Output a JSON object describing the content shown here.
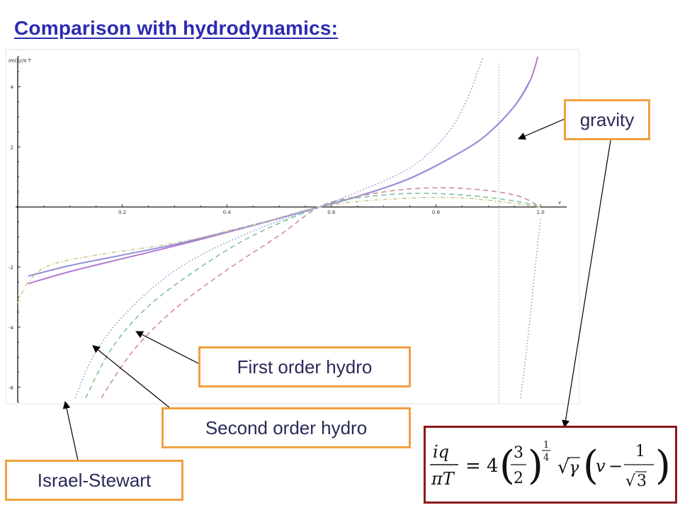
{
  "title": "Comparison with hydrodynamics:",
  "chart_data": {
    "type": "line",
    "ylabel": "Im(q)/π T",
    "xlabel": "v",
    "xlim": [
      0,
      1.05
    ],
    "ylim": [
      -6.5,
      5
    ],
    "x_ticks": [
      0.2,
      0.4,
      0.6,
      0.8,
      1.0
    ],
    "x_tick_labels": [
      "0.2",
      "0.4",
      "0.6",
      "0.8",
      "1.0"
    ],
    "y_ticks": [
      4,
      2,
      -2,
      -4,
      -6
    ],
    "y_tick_labels": [
      "4",
      "2",
      "-2",
      "-4",
      "-6"
    ],
    "grid": false,
    "vertical_asymptote_x": 0.92,
    "series": [
      {
        "name": "gravity",
        "color": "#b07ad0",
        "style": "solid",
        "points": [
          [
            0.02,
            -2.55
          ],
          [
            0.1,
            -2.15
          ],
          [
            0.2,
            -1.72
          ],
          [
            0.3,
            -1.3
          ],
          [
            0.4,
            -0.85
          ],
          [
            0.5,
            -0.38
          ],
          [
            0.577,
            0.0
          ],
          [
            0.65,
            0.35
          ],
          [
            0.75,
            0.95
          ],
          [
            0.85,
            1.85
          ],
          [
            0.9,
            2.45
          ],
          [
            0.95,
            3.35
          ],
          [
            0.98,
            4.2
          ],
          [
            0.995,
            5.0
          ]
        ]
      },
      {
        "name": "gravity-approx",
        "color": "#9090d8",
        "style": "solid",
        "points": [
          [
            0.02,
            -2.3
          ],
          [
            0.1,
            -1.95
          ],
          [
            0.2,
            -1.6
          ],
          [
            0.3,
            -1.25
          ],
          [
            0.4,
            -0.82
          ],
          [
            0.5,
            -0.38
          ],
          [
            0.577,
            0.0
          ],
          [
            0.65,
            0.35
          ],
          [
            0.75,
            0.95
          ],
          [
            0.85,
            1.85
          ],
          [
            0.9,
            2.45
          ],
          [
            0.95,
            3.35
          ],
          [
            0.98,
            4.2
          ]
        ]
      },
      {
        "name": "First order hydro",
        "color": "#d08a9a",
        "style": "dashed",
        "points": [
          [
            0.16,
            -6.35
          ],
          [
            0.22,
            -4.8
          ],
          [
            0.3,
            -3.4
          ],
          [
            0.4,
            -2.1
          ],
          [
            0.5,
            -0.95
          ],
          [
            0.577,
            0.0
          ],
          [
            0.65,
            0.35
          ],
          [
            0.75,
            0.6
          ],
          [
            0.85,
            0.62
          ],
          [
            0.95,
            0.4
          ],
          [
            1.0,
            0.0
          ]
        ]
      },
      {
        "name": "Second order hydro",
        "color": "#80c0a0",
        "style": "dashed",
        "points": [
          [
            0.13,
            -6.35
          ],
          [
            0.18,
            -4.7
          ],
          [
            0.25,
            -3.3
          ],
          [
            0.35,
            -2.0
          ],
          [
            0.45,
            -0.95
          ],
          [
            0.577,
            0.0
          ],
          [
            0.65,
            0.3
          ],
          [
            0.75,
            0.45
          ],
          [
            0.85,
            0.4
          ],
          [
            0.95,
            0.2
          ],
          [
            1.0,
            0.0
          ]
        ]
      },
      {
        "name": "Israel-Stewart",
        "color": "#8a9ad8",
        "style": "dotted",
        "points": [
          [
            0.11,
            -6.35
          ],
          [
            0.15,
            -4.8
          ],
          [
            0.22,
            -3.3
          ],
          [
            0.32,
            -1.9
          ],
          [
            0.45,
            -0.8
          ],
          [
            0.577,
            0.0
          ],
          [
            0.65,
            0.5
          ],
          [
            0.75,
            1.3
          ],
          [
            0.82,
            2.4
          ],
          [
            0.86,
            3.6
          ],
          [
            0.89,
            5.0
          ]
        ]
      },
      {
        "name": "Israel-Stewart-upper",
        "color": "#8a9ad8",
        "style": "dotted",
        "points": [
          [
            0.962,
            -6.35
          ],
          [
            0.975,
            -4.5
          ],
          [
            0.99,
            -2.0
          ],
          [
            1.0,
            -0.4
          ]
        ]
      },
      {
        "name": "first-order-dashdot",
        "color": "#d0c890",
        "style": "dashdot",
        "points": [
          [
            0.0,
            -3.2
          ],
          [
            0.02,
            -2.5
          ],
          [
            0.06,
            -1.95
          ],
          [
            0.15,
            -1.6
          ],
          [
            0.3,
            -1.2
          ],
          [
            0.45,
            -0.6
          ],
          [
            0.577,
            0.0
          ],
          [
            0.7,
            0.25
          ],
          [
            0.85,
            0.3
          ],
          [
            1.0,
            0.0
          ]
        ]
      }
    ],
    "annotations": [
      "gravity",
      "First order hydro",
      "Second order hydro",
      "Israel-Stewart"
    ]
  },
  "callouts": {
    "gravity": "gravity",
    "first": "First order hydro",
    "second": "Second order hydro",
    "israel": "Israel-Stewart"
  },
  "formula": "iq/πT = 4 (3/2)^(1/4) √γ (v − 1/√3)",
  "colors": {
    "title": "#2b2bb4",
    "callout_border": "#f0a040",
    "formula_border": "#8b1a1a",
    "axis": "#000000"
  }
}
